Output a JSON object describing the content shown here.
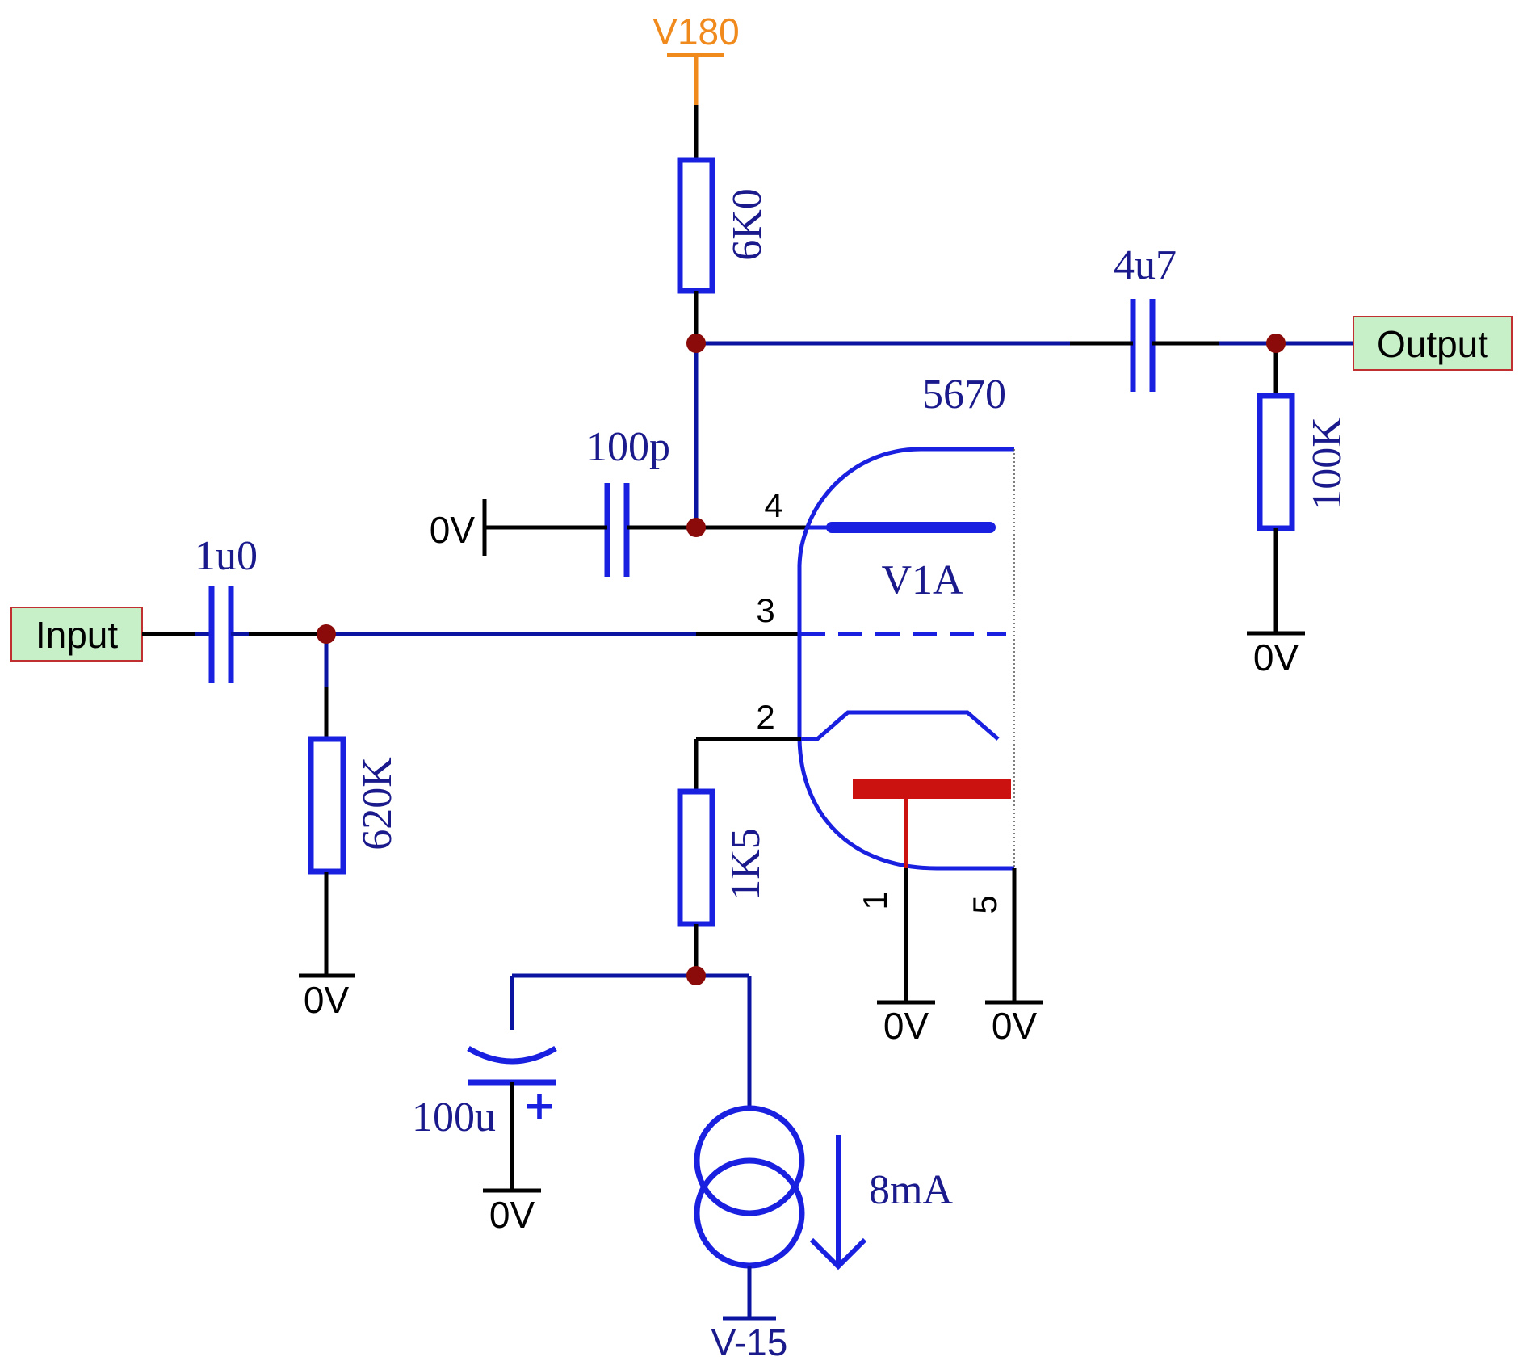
{
  "ports": {
    "input": "Input",
    "output": "Output"
  },
  "rails": {
    "supply": "V180",
    "negative": "V-15",
    "ground": "0V"
  },
  "components": {
    "r_anode": "6K0",
    "c_out": "4u7",
    "r_load": "100K",
    "c_screen": "100p",
    "c_in": "1u0",
    "r_grid": "620K",
    "r_cathode": "1K5",
    "c_bypass": "100u",
    "current_source": "8mA",
    "tube_type": "5670",
    "tube_ref": "V1A"
  },
  "pins": {
    "p1": "1",
    "p2": "2",
    "p3": "3",
    "p4": "4",
    "p5": "5"
  },
  "colors": {
    "wire": "#000000",
    "net": "#0a14a0",
    "component": "#1a20e0",
    "supply": "#f08a1c",
    "node": "#8b0a0a",
    "heater": "#cc1111",
    "port_fill": "#c8f0c8"
  }
}
